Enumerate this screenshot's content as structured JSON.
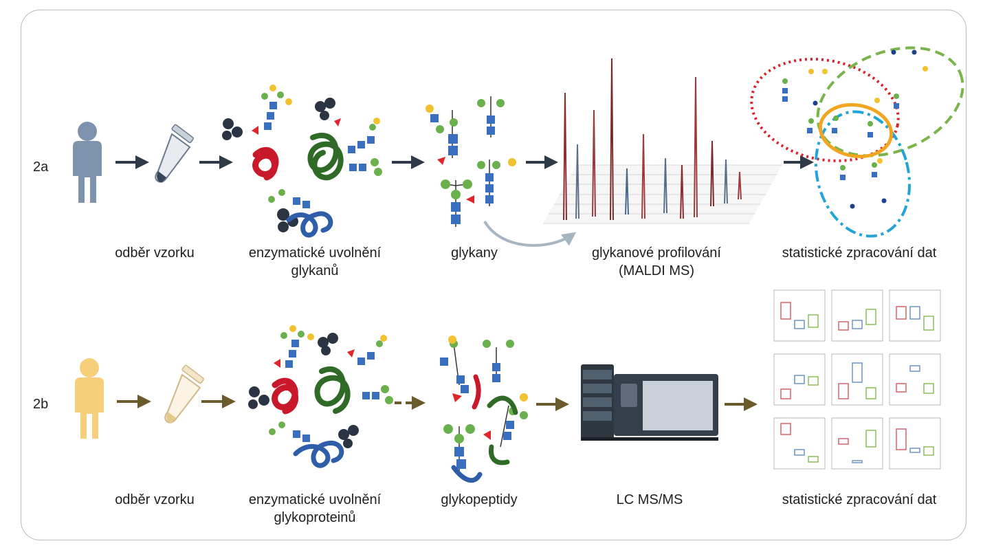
{
  "rows": [
    {
      "id": "2a",
      "steps": [
        "odběr vzorku",
        "enzymatické uvolnění",
        "glykanů",
        "glykany",
        "glykanové profilování",
        "(MALDI MS)",
        "statistické zpracování dat"
      ]
    },
    {
      "id": "2b",
      "steps": [
        "odběr vzorku",
        "enzymatické uvolnění",
        "glykoproteinů",
        "glykopeptidy",
        "LC MS/MS",
        "statistické zpracování dat"
      ]
    }
  ],
  "colors": {
    "row_a_person": "#7d93ad",
    "row_b_person": "#f7cf7b",
    "row_a_arrow": "#2f3a48",
    "row_b_arrow": "#6d5a2c",
    "glcnac": "#3a6fc0",
    "mannose": "#6ab04c",
    "galactose": "#f2c12e",
    "fucose": "#e0262a",
    "protein_red": "#c9182a",
    "protein_green": "#2f6a27",
    "protein_blue": "#2f5ea8",
    "enzyme": "#2b3442"
  }
}
